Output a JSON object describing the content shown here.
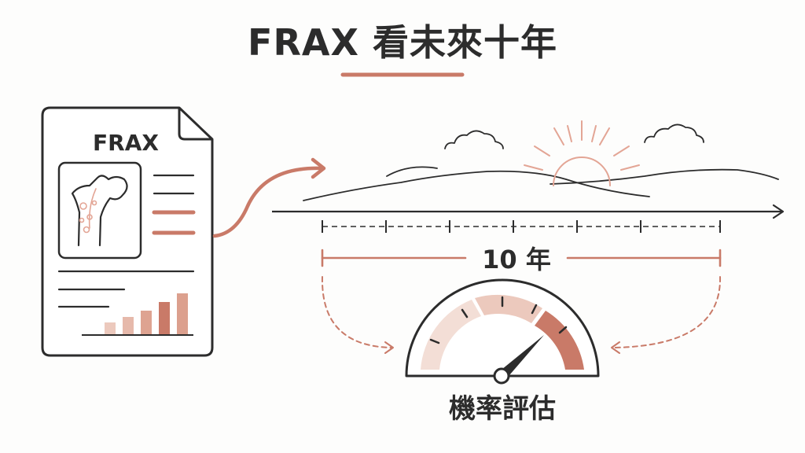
{
  "title": "FRAX 看未來十年",
  "document": {
    "header": "FRAX"
  },
  "timeline": {
    "span_label": "10 年"
  },
  "gauge": {
    "label": "機率評估",
    "level": 0.75
  },
  "colors": {
    "accent": "#c97a68",
    "accent_light": "#ecc9bd",
    "accent_mid": "#dea391",
    "accent_dark": "#c07260",
    "ink": "#2c2c2c",
    "sun": "#e3a595"
  },
  "icons": [
    "document-icon",
    "femur-bone-icon",
    "bar-chart-icon",
    "curved-arrow-icon",
    "landscape-icon",
    "sun-icon",
    "cloud-icon",
    "gauge-icon"
  ]
}
